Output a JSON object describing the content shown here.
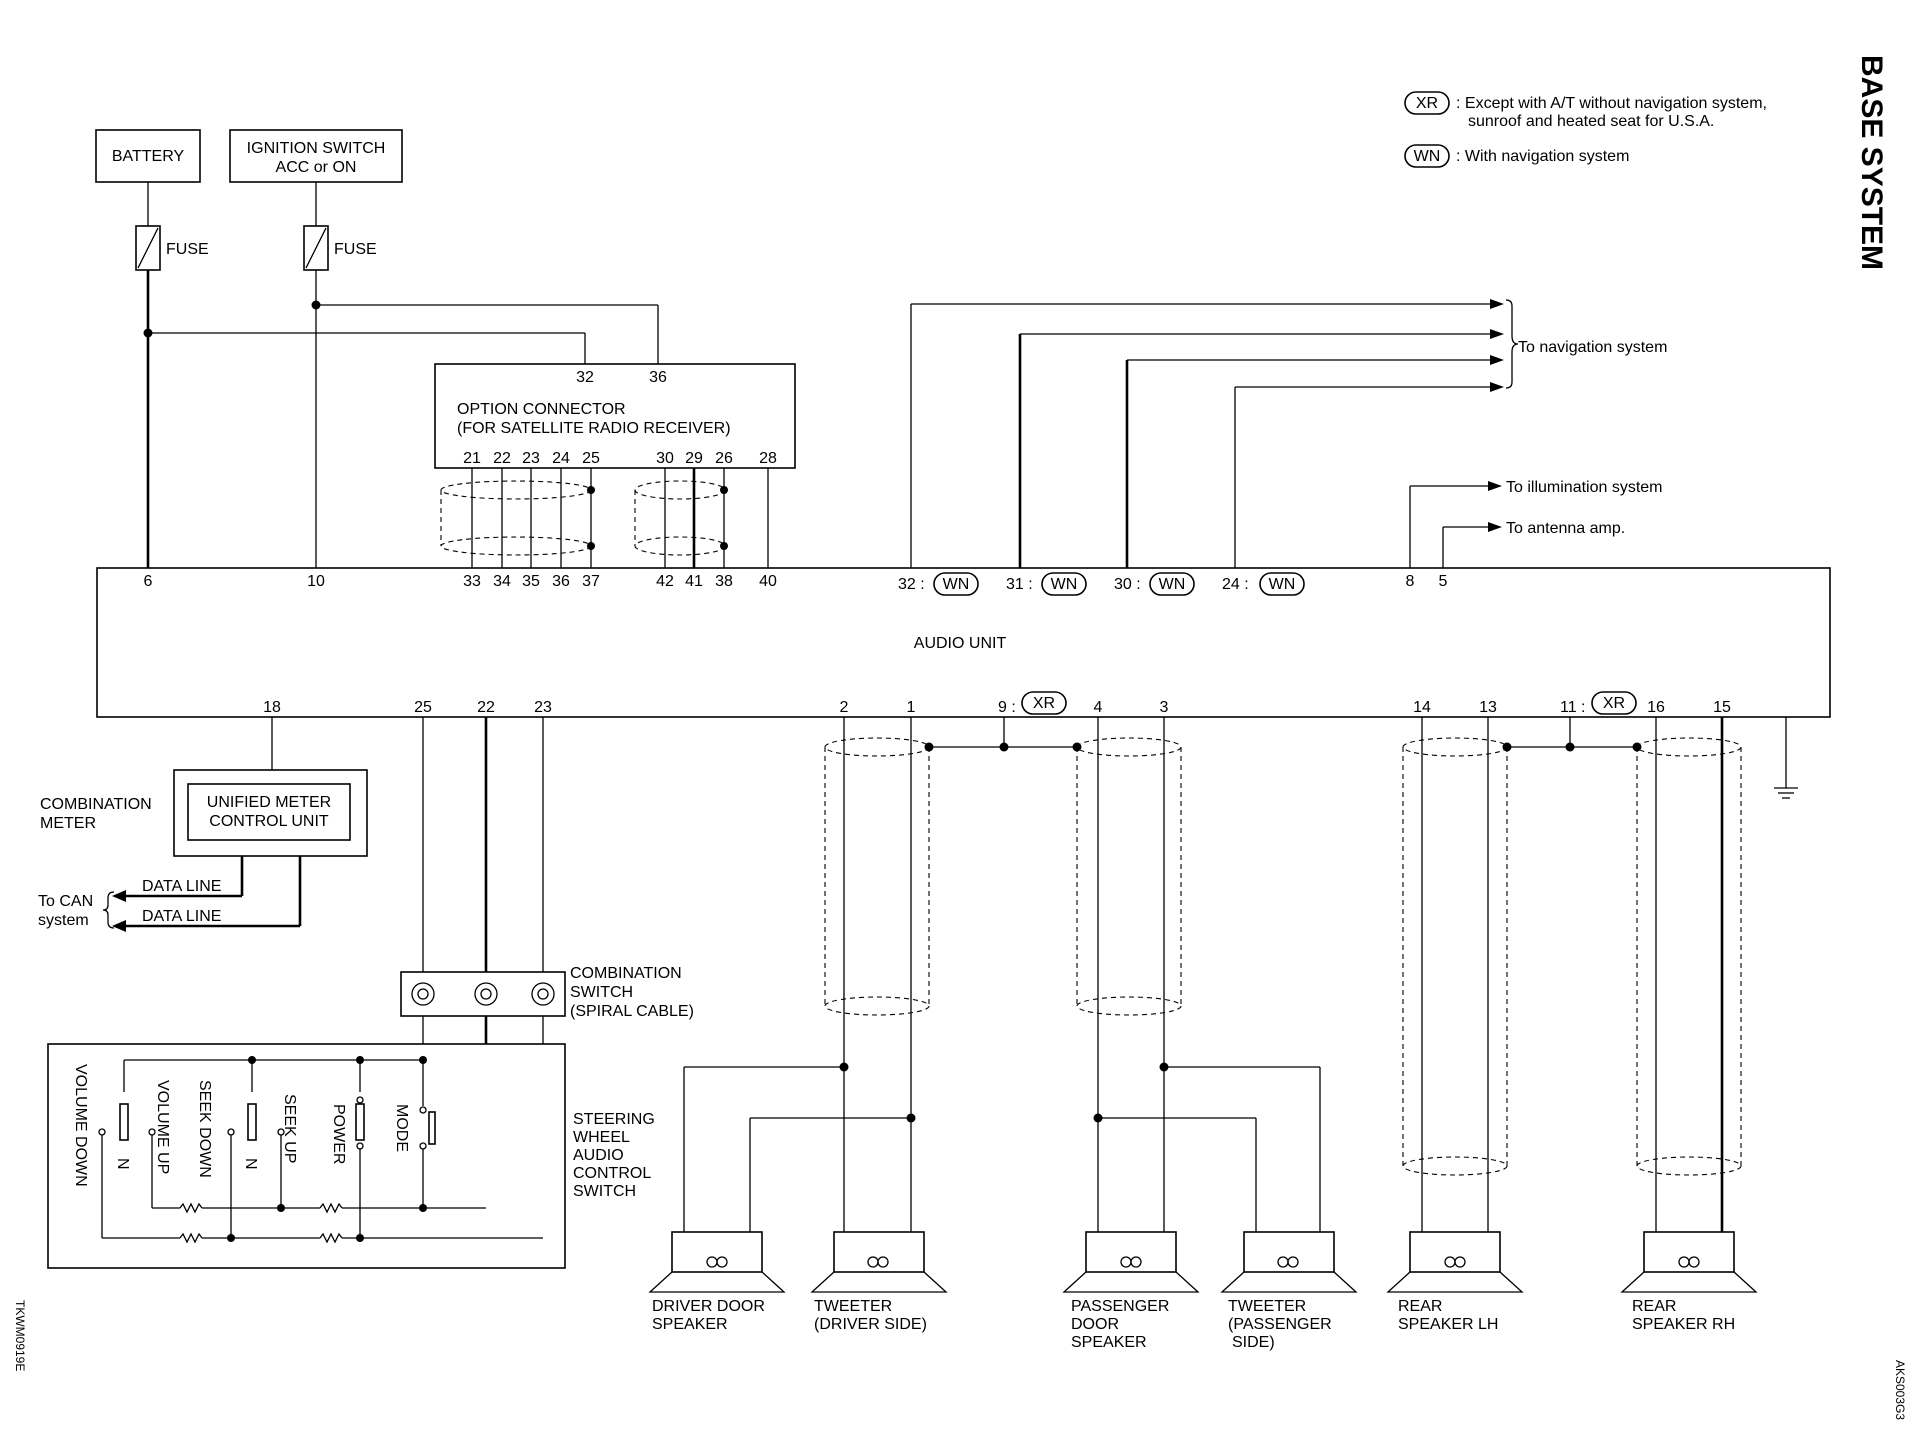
{
  "title": "BASE SYSTEM",
  "legend": [
    {
      "code": "XR",
      "text_line1": ": Except with A/T without navigation system,",
      "text_line2": "sunroof and heated seat for U.S.A."
    },
    {
      "code": "WN",
      "text_line1": ": With navigation system",
      "text_line2": ""
    }
  ],
  "power": {
    "battery": "BATTERY",
    "ignition_line1": "IGNITION SWITCH",
    "ignition_line2": "ACC or ON",
    "fuse1": "FUSE",
    "fuse2": "FUSE"
  },
  "option_connector": {
    "line1": "OPTION CONNECTOR",
    "line2": "(FOR SATELLITE RADIO RECEIVER)",
    "top_pins": [
      "32",
      "36"
    ],
    "bottom_pins": [
      "21",
      "22",
      "23",
      "24",
      "25",
      "30",
      "29",
      "26",
      "28"
    ]
  },
  "audio_unit": {
    "label": "AUDIO UNIT",
    "top_pins": [
      "6",
      "10",
      "33",
      "34",
      "35",
      "36",
      "37",
      "42",
      "41",
      "38",
      "40"
    ],
    "nav_pins": [
      "32 :",
      "31 :",
      "30 :",
      "24 :"
    ],
    "nav_code": "WN",
    "misc_top_pins": [
      "8",
      "5"
    ],
    "bottom_pins": [
      "18",
      "25",
      "22",
      "23",
      "2",
      "1",
      "9 :",
      "4",
      "3",
      "14",
      "13",
      "11 :",
      "16",
      "15"
    ],
    "bottom_code": "XR"
  },
  "destinations": {
    "navigation": "To navigation system",
    "illumination": "To illumination system",
    "antenna": "To antenna amp."
  },
  "meter": {
    "combination_line1": "COMBINATION",
    "combination_line2": "METER",
    "unit_line1": "UNIFIED METER",
    "unit_line2": "CONTROL UNIT",
    "data_line1": "DATA LINE",
    "data_line2": "DATA LINE",
    "can_line1": "To CAN",
    "can_line2": "system"
  },
  "combination_switch": {
    "line1": "COMBINATION",
    "line2": "SWITCH",
    "line3": "(SPIRAL CABLE)"
  },
  "steering_switch": {
    "label_lines": [
      "STEERING",
      "WHEEL",
      "AUDIO",
      "CONTROL",
      "SWITCH"
    ],
    "buttons": [
      "VOLUME DOWN",
      "VOLUME UP",
      "SEEK DOWN",
      "SEEK UP",
      "POWER",
      "MODE"
    ],
    "n_marks": [
      "N",
      "N"
    ]
  },
  "speakers": [
    {
      "line1": "DRIVER DOOR",
      "line2": "SPEAKER",
      "line3": ""
    },
    {
      "line1": "TWEETER",
      "line2": "(DRIVER SIDE)",
      "line3": ""
    },
    {
      "line1": "PASSENGER",
      "line2": "DOOR",
      "line3": "SPEAKER"
    },
    {
      "line1": "TWEETER",
      "line2": "(PASSENGER",
      "line3": "SIDE)"
    },
    {
      "line1": "REAR",
      "line2": "SPEAKER LH",
      "line3": ""
    },
    {
      "line1": "REAR",
      "line2": "SPEAKER RH",
      "line3": ""
    }
  ],
  "doc_codes": {
    "left": "TKWM0919E",
    "right": "AKS003G3"
  }
}
